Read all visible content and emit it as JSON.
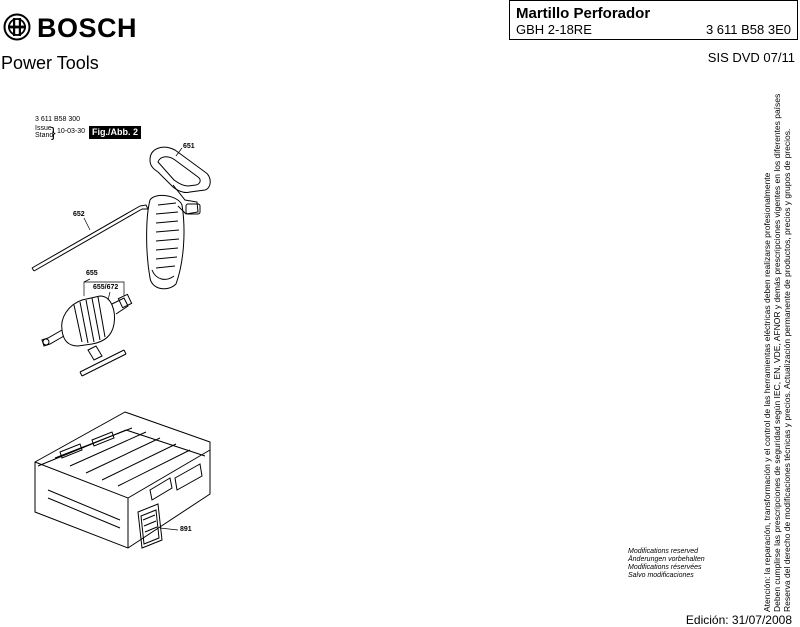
{
  "header": {
    "brand": "BOSCH",
    "subbrand": "Power Tools"
  },
  "title_box": {
    "title": "Martillo Perforador",
    "model": "GBH 2-18RE",
    "part_number": "3 611 B58 3E0"
  },
  "sis": "SIS DVD 07/11",
  "drawing": {
    "doc_number": "3 611 B58 300",
    "issue_label": "Issue",
    "stand_label": "Stand",
    "issue_date": "10-03-30",
    "figure_label": "Fig./Abb. 2",
    "callouts": {
      "c651": "651",
      "c652": "652",
      "c655": "655",
      "c655_672": "655/672",
      "c891": "891"
    }
  },
  "modifications": [
    "Modifications reserved",
    "Änderungen vorbehalten",
    "Modifications réservées",
    "Salvo modificaciones"
  ],
  "side_note": [
    "Atención: la reparación, transformación y el control de las herramientas eléctricas deben realizarse profesionalmente",
    "Deben cumplirse las prescripciones de seguridad según IEC, EN, VDE, AFNOR y demás prescripciones vigentes en los diferentes países",
    "Reserva del derecho de modificaciones técnicas y precios. Actualización permanente de productos, precios y grupos de precios."
  ],
  "edition": "Edición: 31/07/2008"
}
